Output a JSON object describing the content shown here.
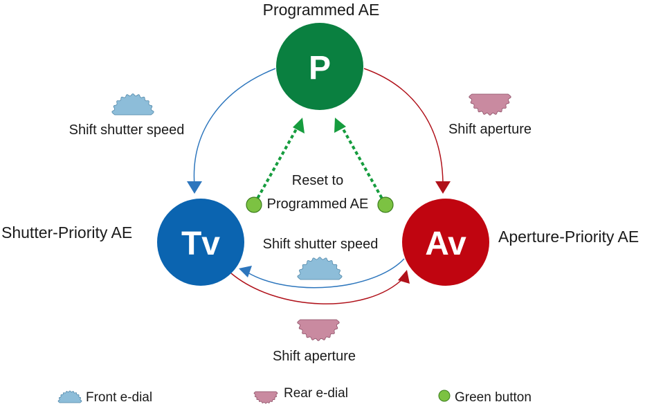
{
  "nodes": {
    "p": {
      "symbol": "P",
      "label": "Programmed AE",
      "color": "#0a8040"
    },
    "tv": {
      "symbol": "Tv",
      "label": "Shutter-Priority AE",
      "color": "#0b64b0"
    },
    "av": {
      "symbol": "Av",
      "label": "Aperture-Priority AE",
      "color": "#c00510"
    }
  },
  "edges": {
    "p_to_tv": "Shift shutter speed",
    "p_to_av": "Shift aperture",
    "av_to_tv": "Shift shutter speed",
    "tv_to_av": "Shift aperture",
    "reset_line1": "Reset to",
    "reset_line2": "Programmed AE"
  },
  "legend": {
    "front": "Front e-dial",
    "rear": "Rear e-dial",
    "green": "Green button"
  },
  "colors": {
    "blue_line": "#2d76bd",
    "red_line": "#b0111a",
    "dotted_green": "#169c3e",
    "front_dial": "#8dbdd9",
    "rear_dial": "#c98aa0",
    "green_button": "#7cc242"
  }
}
